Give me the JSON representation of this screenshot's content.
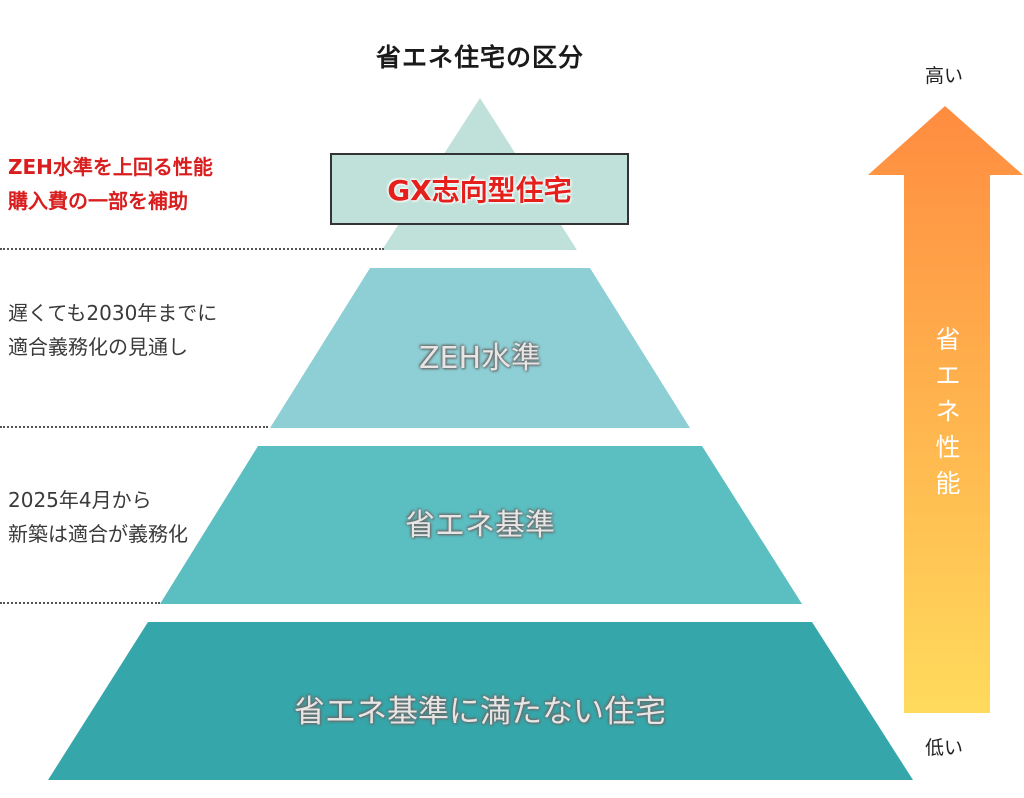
{
  "title": "省エネ住宅の区分",
  "tiers": [
    {
      "label": "GX志向型住宅",
      "color": "#bfe1d9"
    },
    {
      "label": "ZEH水準",
      "color": "#8dcfd5"
    },
    {
      "label": "省エネ基準",
      "color": "#5bbec1"
    },
    {
      "label": "省エネ基準に満たない住宅",
      "color": "#35a6a9"
    }
  ],
  "notes": [
    {
      "line1": "ZEH水準を上回る性能",
      "line2": "購入費の一部を補助"
    },
    {
      "line1": "遅くても2030年までに",
      "line2": "適合義務化の見通し"
    },
    {
      "line1": "2025年4月から",
      "line2": "新築は適合が義務化"
    }
  ],
  "arrow": {
    "high_label": "高い",
    "low_label": "低い",
    "axis_label": "省エネ性能",
    "color_top": "#ff8c40",
    "color_bottom": "#ffdb5c"
  }
}
